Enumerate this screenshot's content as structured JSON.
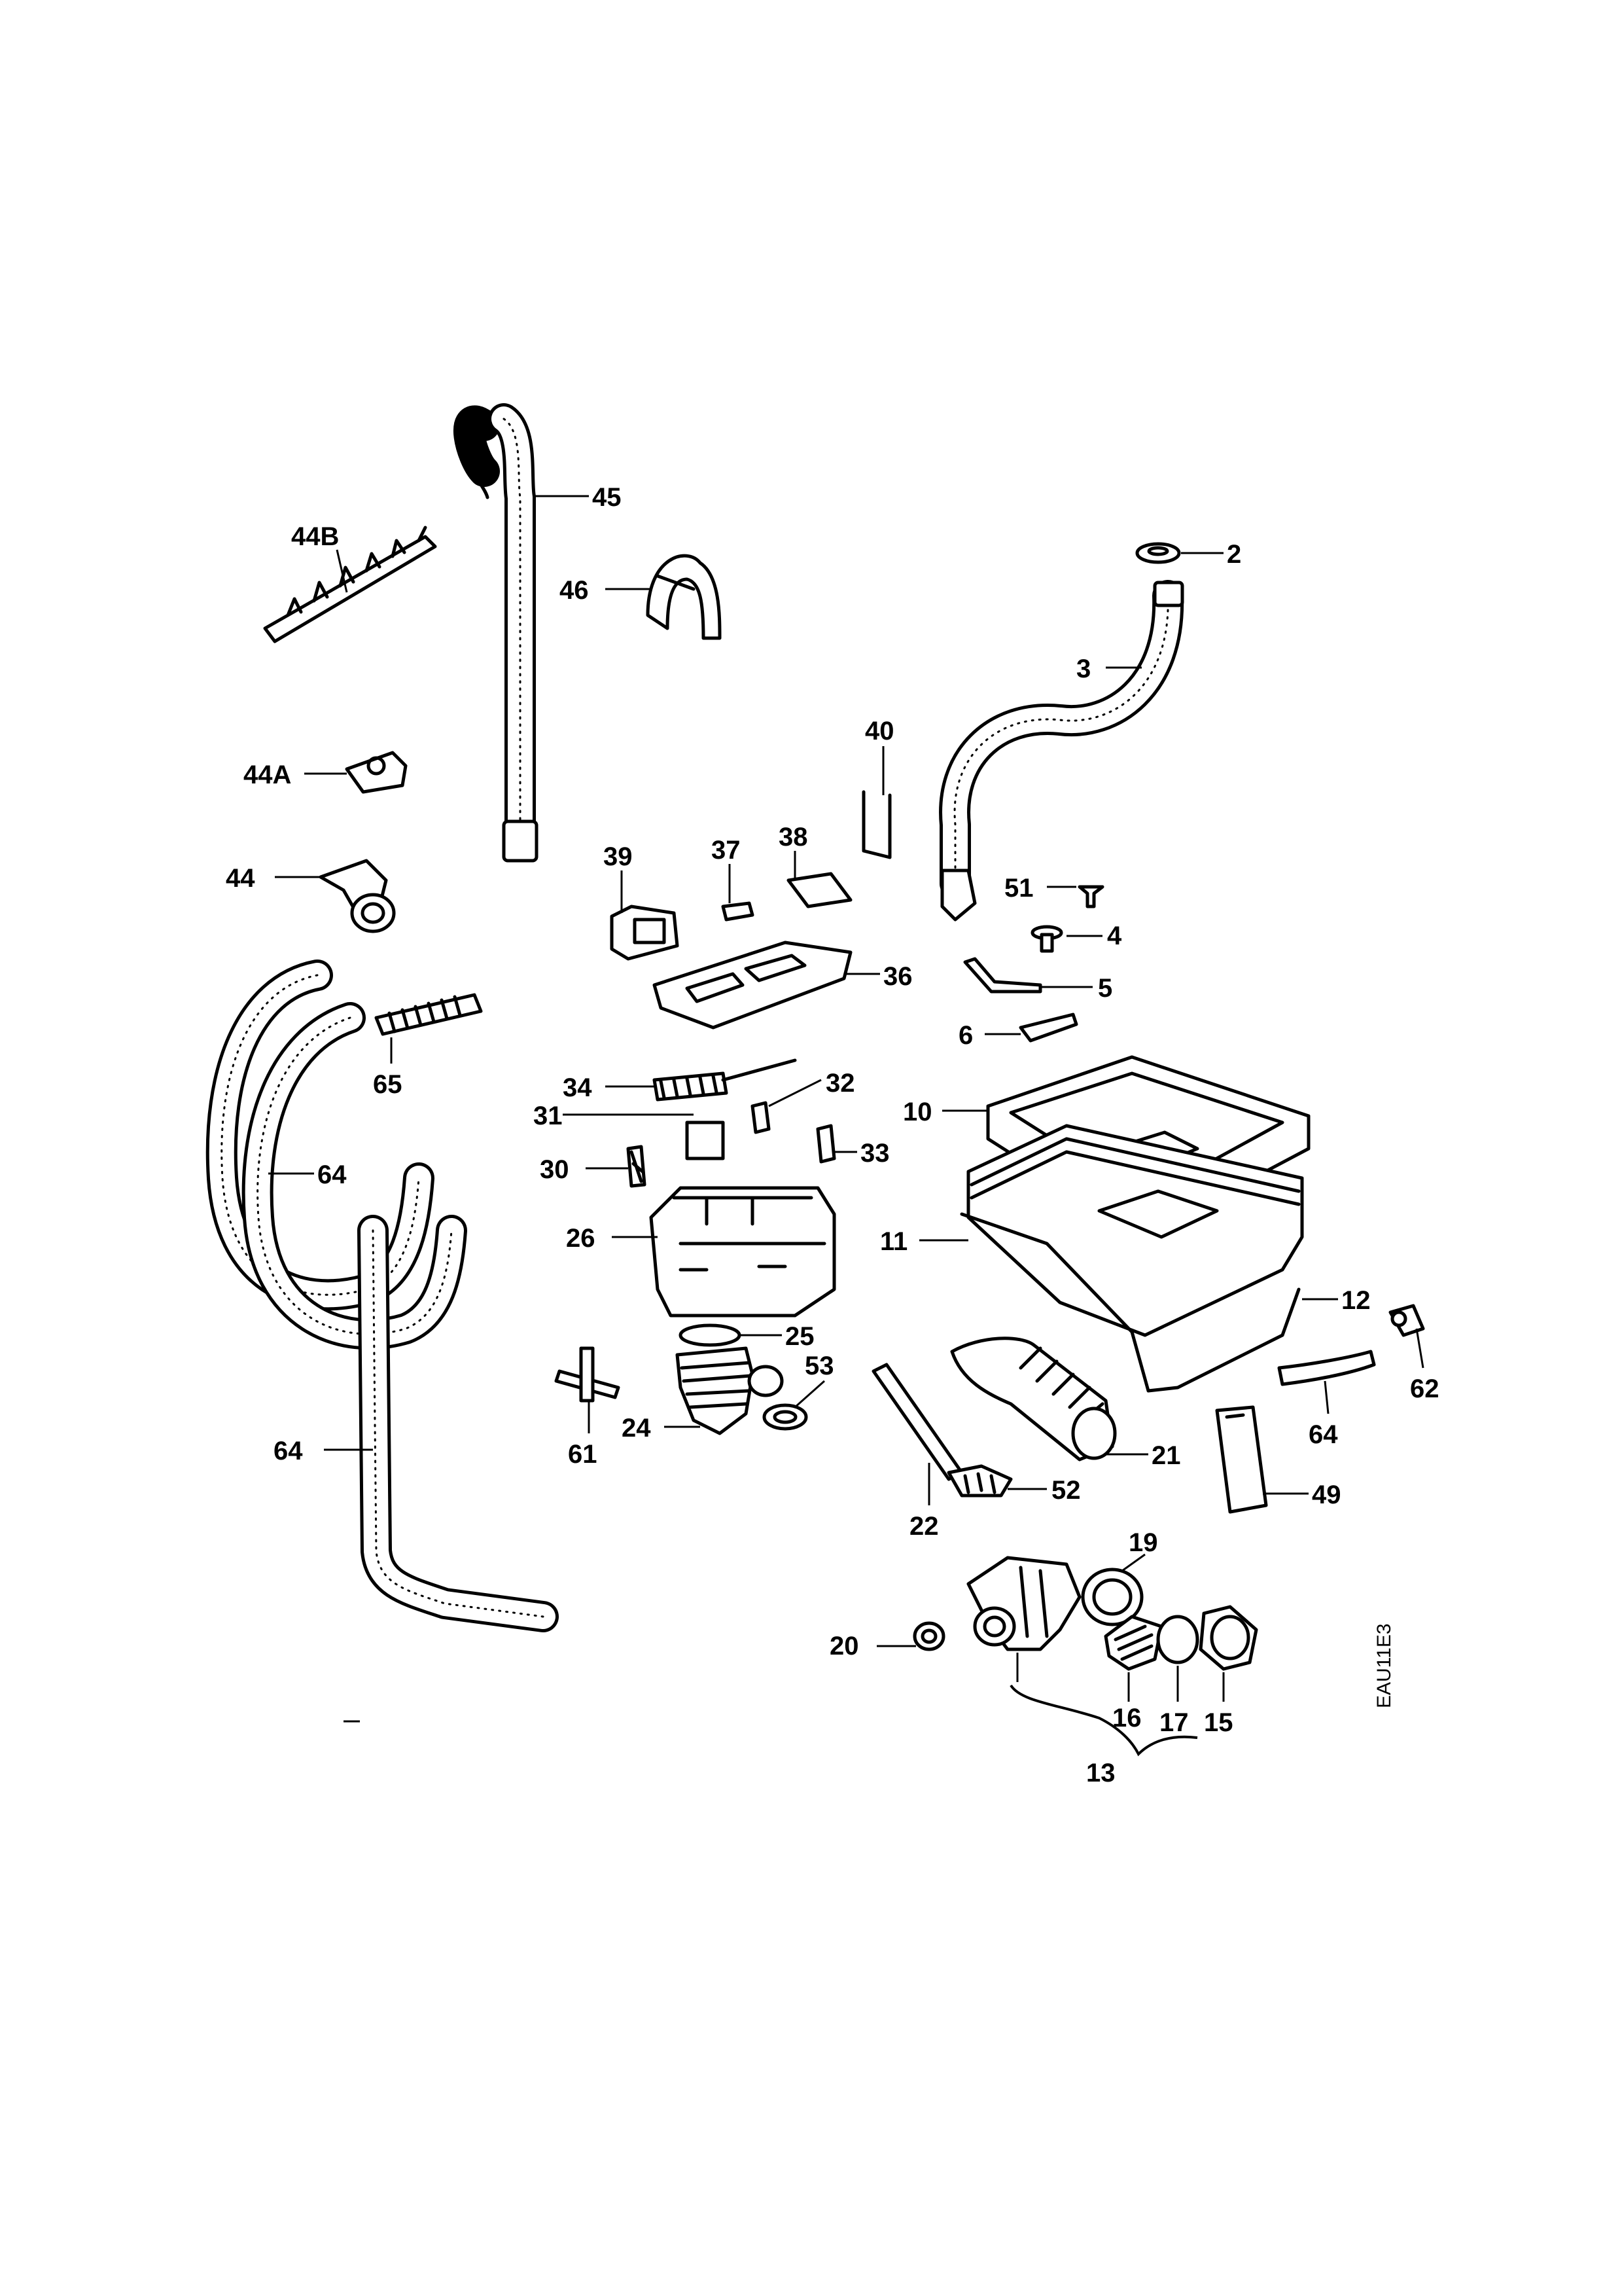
{
  "diagram": {
    "figure_code": "EAU11E3",
    "labels": {
      "p2": "2",
      "p3": "3",
      "p4": "4",
      "p5": "5",
      "p6": "6",
      "p10": "10",
      "p11": "11",
      "p12": "12",
      "p13": "13",
      "p15": "15",
      "p16": "16",
      "p17": "17",
      "p19": "19",
      "p20": "20",
      "p21": "21",
      "p22": "22",
      "p24": "24",
      "p25": "25",
      "p26": "26",
      "p30": "30",
      "p31": "31",
      "p32": "32",
      "p33": "33",
      "p34": "34",
      "p36": "36",
      "p37": "37",
      "p38": "38",
      "p39": "39",
      "p40": "40",
      "p44": "44",
      "p44a": "44A",
      "p44b": "44B",
      "p45": "45",
      "p46": "46",
      "p49": "49",
      "p51": "51",
      "p52": "52",
      "p53": "53",
      "p61": "61",
      "p62": "62",
      "p64a": "64",
      "p64b": "64",
      "p64c": "64",
      "p65": "65"
    }
  }
}
